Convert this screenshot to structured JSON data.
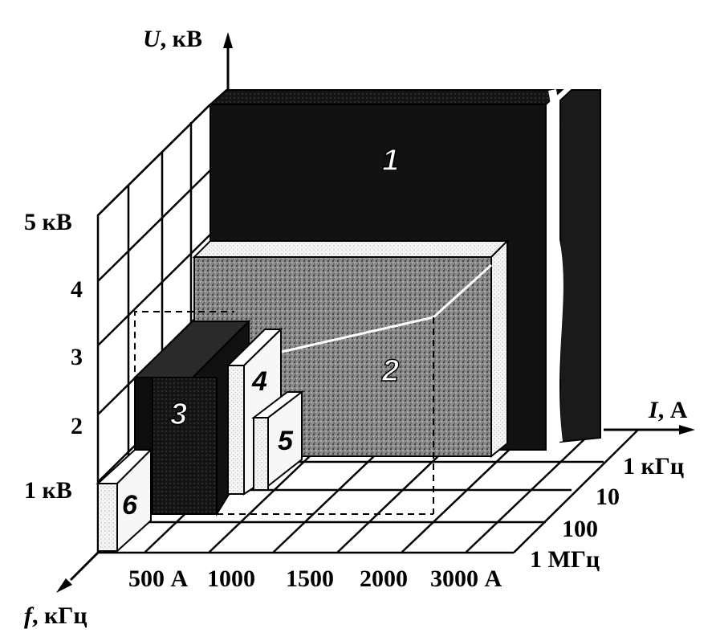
{
  "chart_data": {
    "type": "3d-bar",
    "axes": {
      "u": {
        "label_italic": "U",
        "label_rest": ", кВ",
        "ticks": [
          "1 кВ",
          "2",
          "3",
          "4",
          "5 кВ"
        ]
      },
      "i": {
        "label_italic": "I",
        "label_rest": ", А",
        "ticks": [
          "500 А",
          "1000",
          "1500",
          "2000",
          "3000 А"
        ]
      },
      "f": {
        "label_italic": "f",
        "label_rest": ", кГц",
        "ticks": [
          "1 кГц",
          "10",
          "100",
          "1 МГц"
        ]
      }
    },
    "regions": [
      {
        "label": "1",
        "color": "#141414"
      },
      {
        "label": "2",
        "color": "#7a7a7a"
      },
      {
        "label": "3",
        "color": "#1a1a1a"
      },
      {
        "label": "4",
        "color": "#f2f2f2"
      },
      {
        "label": "5",
        "color": "#f2f2f2"
      },
      {
        "label": "6",
        "color": "#f2f2f2"
      }
    ]
  }
}
